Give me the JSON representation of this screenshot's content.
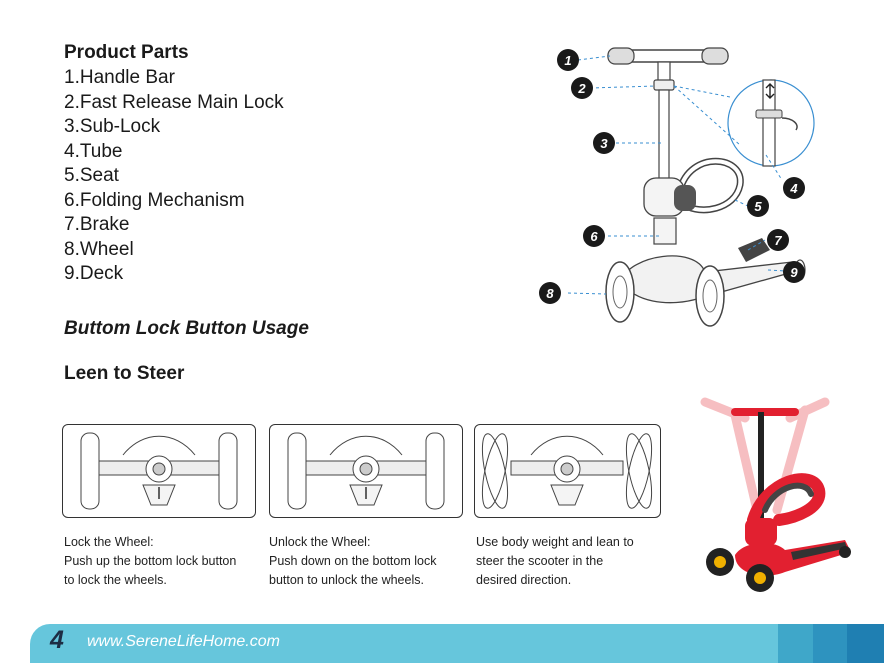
{
  "product_parts": {
    "title": "Product Parts",
    "items": [
      "1.Handle Bar",
      "2.Fast Release Main Lock",
      "3.Sub-Lock",
      "4.Tube",
      "5.Seat",
      "6.Folding Mechanism",
      "7.Brake",
      "8.Wheel",
      "9.Deck"
    ]
  },
  "usage_heading": "Buttom Lock Button Usage",
  "steer_heading": "Leen to Steer",
  "diagram_labels": [
    "1",
    "2",
    "3",
    "4",
    "5",
    "6",
    "7",
    "8",
    "9"
  ],
  "instructions": [
    {
      "lines": [
        "Lock the Wheel:",
        "Push up the bottom lock button",
        "to lock the wheels."
      ]
    },
    {
      "lines": [
        "Unlock the Wheel:",
        "Push down on the bottom lock",
        "button to unlock the wheels."
      ]
    },
    {
      "lines": [
        "Use body weight and lean to",
        "steer the scooter in the",
        "desired direction."
      ]
    }
  ],
  "footer": {
    "page_number": "4",
    "url": "www.SereneLifeHome.com",
    "colors": {
      "bar": "#66c6dc",
      "block_light": "#3fa7c9",
      "block_mid": "#2e93bf",
      "block_dark": "#1f7fb2"
    }
  }
}
